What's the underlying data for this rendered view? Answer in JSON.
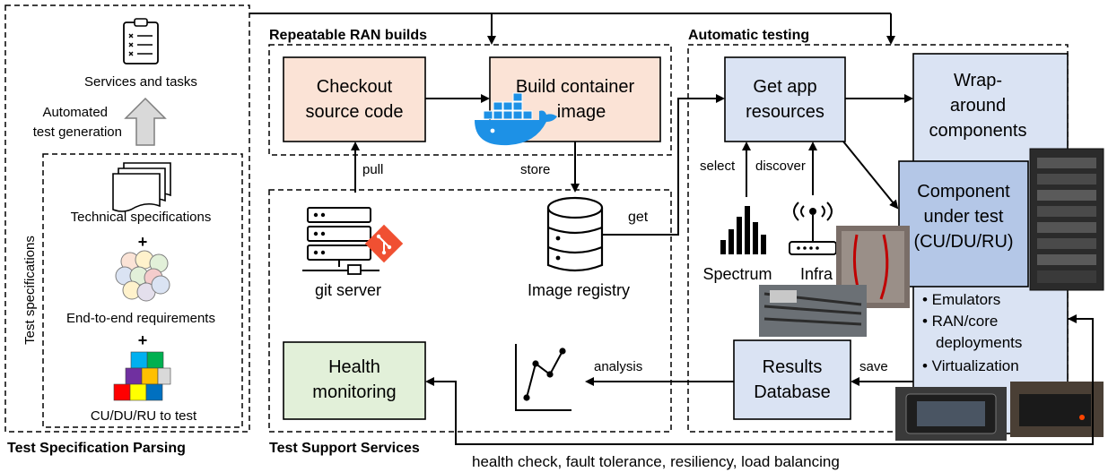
{
  "sections": {
    "parsing": "Test Specification Parsing",
    "ran_builds": "Repeatable RAN builds",
    "automatic_testing": "Automatic testing",
    "support_services": "Test Support Services"
  },
  "parsing": {
    "services_tasks": "Services and tasks",
    "automated_gen_line1": "Automated",
    "automated_gen_line2": "test generation",
    "test_specifications": "Test specifications",
    "technical_specs": "Technical specifications",
    "plus1": "+",
    "e2e_requirements": "End-to-end requirements",
    "plus2": "+",
    "cu_du_ru": "CU/DU/RU to test"
  },
  "ran": {
    "checkout_line1": "Checkout",
    "checkout_line2": "source code",
    "build_line1": "Build container",
    "build_line2": "image",
    "pull": "pull",
    "store": "store"
  },
  "support": {
    "git_server": "git server",
    "image_registry": "Image registry",
    "get": "get",
    "health_line1": "Health",
    "health_line2": "monitoring",
    "analysis": "analysis"
  },
  "testing": {
    "get_app_line1": "Get app",
    "get_app_line2": "resources",
    "wrap_line1": "Wrap-",
    "wrap_line2": "around",
    "wrap_line3": "components",
    "component_line1": "Component",
    "component_line2": "under test",
    "component_line3": "(CU/DU/RU)",
    "select": "select",
    "discover": "discover",
    "spectrum": "Spectrum",
    "infra": "Infra",
    "bullet1": "• Emulators",
    "bullet2": "• RAN/core",
    "bullet2b": "deployments",
    "bullet3": "• Virtualization",
    "results_line1": "Results",
    "results_line2": "Database",
    "save": "save"
  },
  "footer": "health check, fault tolerance, resiliency, load balancing",
  "colors": {
    "peach": "#fbe3d6",
    "blue": "#dae3f3",
    "blue_dark": "#b4c7e7",
    "green": "#e2f0d9",
    "docker": "#1d91e6"
  }
}
